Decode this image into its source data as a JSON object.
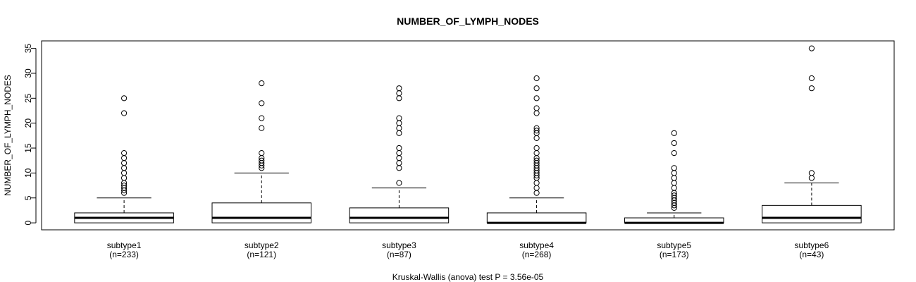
{
  "chart_data": {
    "type": "boxplot",
    "title": "NUMBER_OF_LYMPH_NODES",
    "ylabel": "NUMBER_OF_LYMPH_NODES",
    "xlabel": "Kruskal-Wallis (anova) test P = 3.56e-05",
    "ylim": [
      -1.4,
      36.5
    ],
    "yticks": [
      0,
      5,
      10,
      15,
      20,
      25,
      30,
      35
    ],
    "grid": false,
    "categories": [
      "subtype1",
      "subtype2",
      "subtype3",
      "subtype4",
      "subtype5",
      "subtype6"
    ],
    "counts": [
      "(n=233)",
      "(n=121)",
      "(n=87)",
      "(n=268)",
      "(n=173)",
      "(n=43)"
    ],
    "boxes": [
      {
        "min": 0,
        "q1": 0,
        "median": 1,
        "q3": 2,
        "max": 5,
        "outliers": [
          6,
          6.5,
          7,
          7.5,
          8,
          9,
          10,
          11,
          12,
          13,
          14,
          22,
          25
        ]
      },
      {
        "min": 0,
        "q1": 0,
        "median": 1,
        "q3": 4,
        "max": 10,
        "outliers": [
          11,
          11.5,
          12,
          12.5,
          13,
          14,
          19,
          21,
          24,
          28
        ]
      },
      {
        "min": 0,
        "q1": 0,
        "median": 1,
        "q3": 3,
        "max": 7,
        "outliers": [
          8,
          11,
          12,
          13,
          14,
          15,
          18,
          19,
          20,
          21,
          25,
          26,
          27
        ]
      },
      {
        "min": 0,
        "q1": 0,
        "median": 0,
        "q3": 2,
        "max": 5,
        "outliers": [
          6,
          7,
          8,
          9,
          9.5,
          10,
          10.5,
          11,
          11.5,
          12,
          12.5,
          13,
          14,
          15,
          17,
          18,
          18.5,
          19,
          22,
          23,
          25,
          27,
          29
        ]
      },
      {
        "min": 0,
        "q1": 0,
        "median": 0,
        "q3": 1,
        "max": 2,
        "outliers": [
          3,
          3.5,
          4,
          4.5,
          5,
          5.5,
          6,
          7,
          8,
          9,
          10,
          11,
          14,
          16,
          18
        ]
      },
      {
        "min": 0,
        "q1": 0,
        "median": 1,
        "q3": 3.5,
        "max": 8,
        "outliers": [
          9,
          10,
          27,
          29,
          35
        ]
      }
    ]
  }
}
